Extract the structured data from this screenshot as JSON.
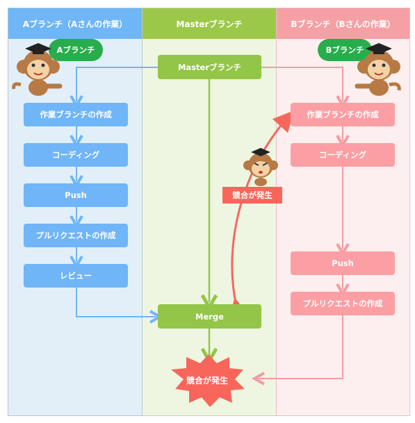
{
  "lanes": {
    "a": {
      "title": "Aブランチ（Aさんの作業）"
    },
    "master": {
      "title": "Masterブランチ"
    },
    "b": {
      "title": "Bブランチ（Bさんの作業）"
    }
  },
  "master_steps": {
    "start": "Masterブランチ",
    "merge": "Merge"
  },
  "a_steps": [
    "作業ブランチの作成",
    "コーディング",
    "Push",
    "プルリクエストの作成",
    "レビュー"
  ],
  "b_steps": [
    "作業ブランチの作成",
    "コーディング",
    "Push",
    "プルリクエストの作成"
  ],
  "bubbles": {
    "a": "Aブランチ",
    "b": "Bブランチ"
  },
  "conflict_label": "競合が発生",
  "conflict_burst": "競合が発生",
  "colors": {
    "a_accent": "#6fb5f8",
    "master_accent": "#93c548",
    "b_accent": "#fb9fa4",
    "conflict": "#f8665b",
    "bubble": "#27ad4b"
  },
  "icons": [
    "monkey-a-icon",
    "monkey-b-icon",
    "angry-monkey-icon",
    "conflict-burst-icon"
  ]
}
